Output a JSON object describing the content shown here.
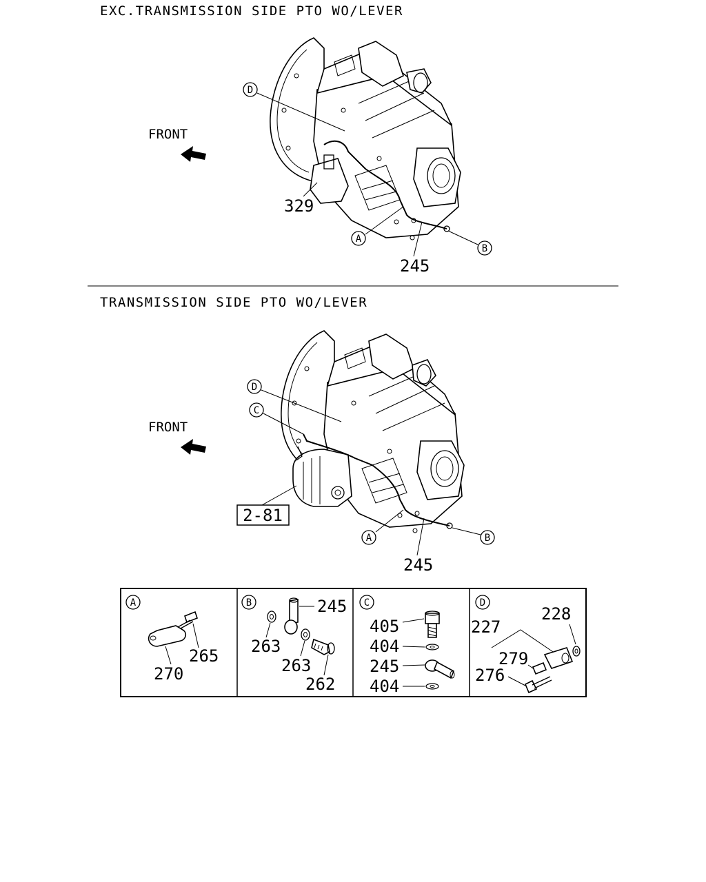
{
  "sections": [
    {
      "title": "EXC.TRANSMISSION SIDE PTO WO/LEVER",
      "front_label": "FRONT",
      "callouts": {
        "d": "D",
        "a": "A",
        "b": "B"
      },
      "part_labels": {
        "p329": "329",
        "p245": "245"
      }
    },
    {
      "title": "TRANSMISSION SIDE PTO WO/LEVER",
      "front_label": "FRONT",
      "callouts": {
        "d": "D",
        "c": "C",
        "a": "A",
        "b": "B"
      },
      "part_labels": {
        "p245": "245"
      },
      "ref_box": "2-81"
    }
  ],
  "detail_panels": [
    {
      "key": "A",
      "labels": {
        "l265": "265",
        "l270": "270"
      }
    },
    {
      "key": "B",
      "labels": {
        "l245": "245",
        "l263a": "263",
        "l263b": "263",
        "l262": "262"
      }
    },
    {
      "key": "C",
      "labels": {
        "l405": "405",
        "l404a": "404",
        "l245": "245",
        "l404b": "404"
      }
    },
    {
      "key": "D",
      "labels": {
        "l228": "228",
        "l227": "227",
        "l279": "279",
        "l276": "276"
      }
    }
  ]
}
